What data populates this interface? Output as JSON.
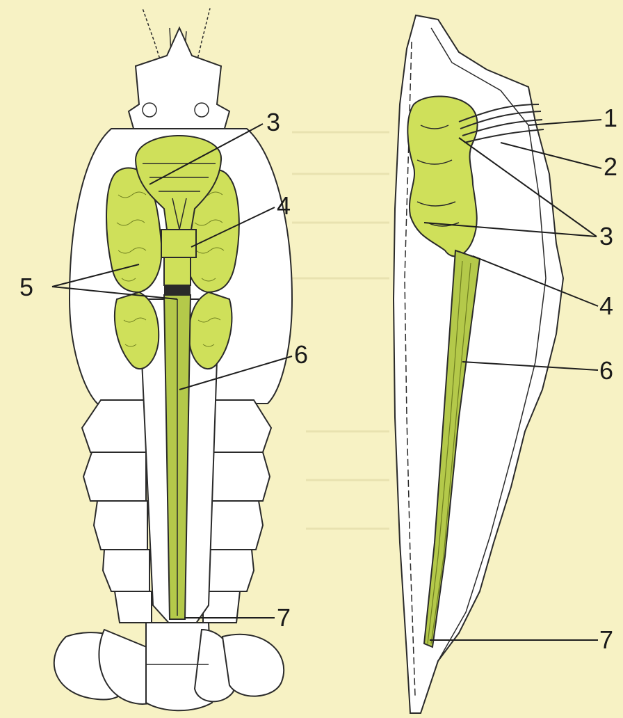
{
  "colors": {
    "background": "#f7f2c4",
    "organ_fill": "#cfe05a",
    "organ_dark": "#9fb43a",
    "outline": "#2a2a2a"
  },
  "left_view": {
    "labels": [
      "3",
      "4",
      "5",
      "6",
      "7"
    ]
  },
  "right_view": {
    "labels": [
      "1",
      "2",
      "3",
      "4",
      "6",
      "7"
    ]
  }
}
